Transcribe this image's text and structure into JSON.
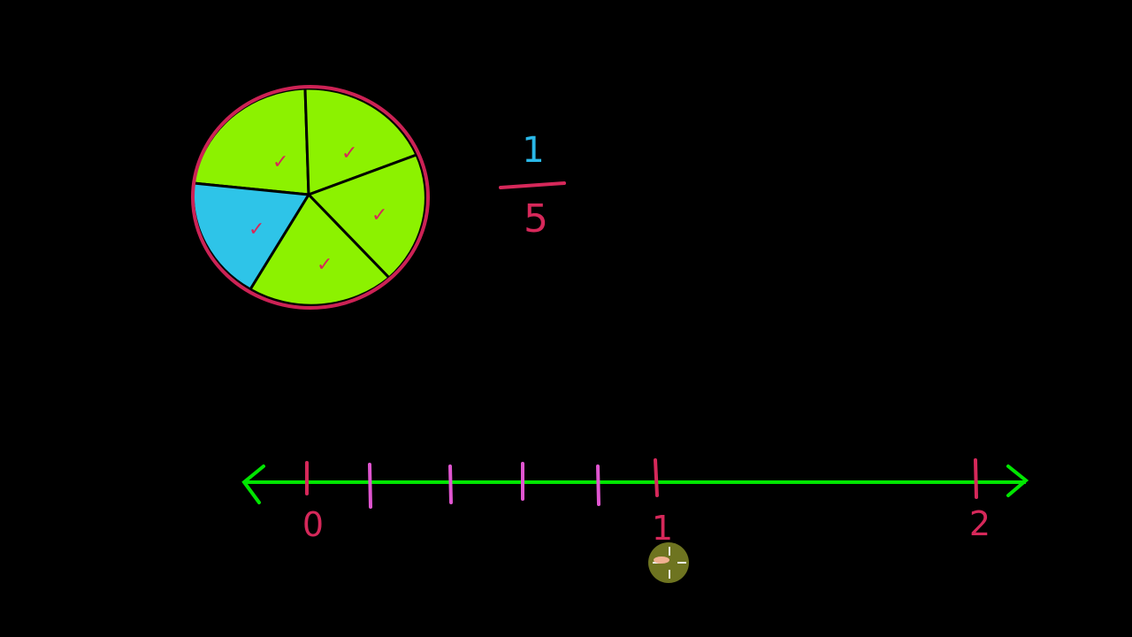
{
  "colors": {
    "background": "#000000",
    "green_fill": "#8cf200",
    "blue_fill": "#2ec4e8",
    "outline": "#cc2255",
    "line_green": "#00e600",
    "pink": "#e055d0",
    "red": "#d6285a",
    "blue_text": "#2ab8e8"
  },
  "pie": {
    "slices": 5,
    "shaded": 1,
    "check_marks": [
      "✓",
      "✓",
      "✓",
      "✓",
      "✓"
    ]
  },
  "fraction": {
    "numerator": "1",
    "denominator": "5"
  },
  "number_line": {
    "labels": [
      "0",
      "1",
      "2"
    ],
    "subdivisions_between_0_and_1": 5
  },
  "cursor": {
    "icon": "crosshair-hand-cursor-icon"
  }
}
